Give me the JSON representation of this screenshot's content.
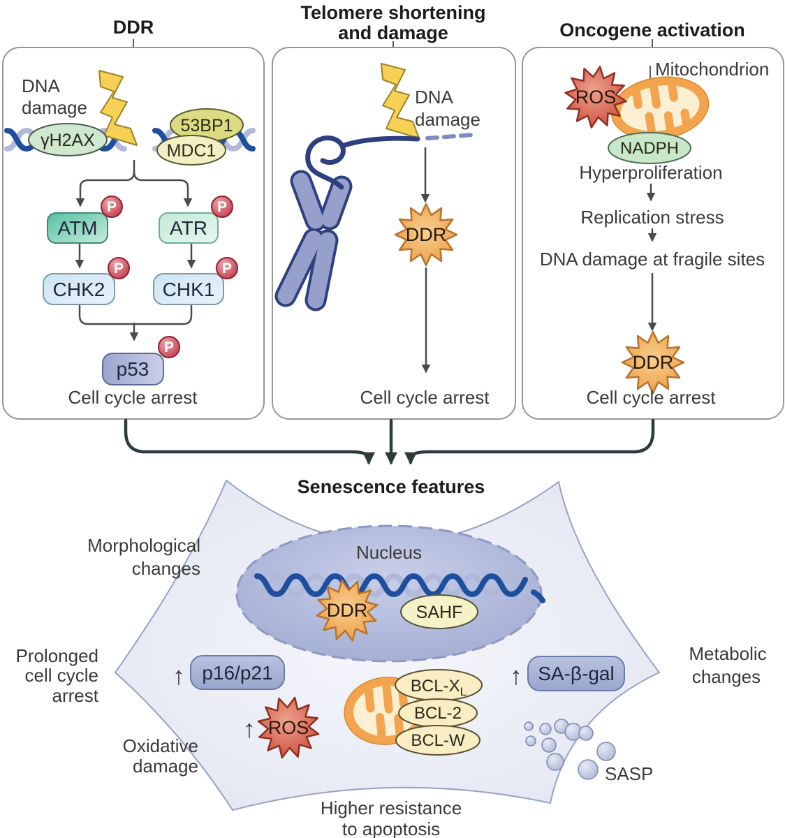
{
  "colors": {
    "dna_dark": "#1e4f9f",
    "dna_light": "#b2b9d8",
    "lightning": "#f6d155",
    "h2ax_fill": "#cfe8cf",
    "bp53_fill": "#dcdb82",
    "mdc1_fill": "#f0f0c2",
    "atm_fill": "#66c7ad",
    "atr_fill": "#c9ecdf",
    "chk_fill": "#d3e7f4",
    "p53_fill": "#a3aed4",
    "p_badge": "#c94d5c",
    "ddr_burst": "#f2a75a",
    "ros_burst": "#d86a52",
    "mito_outer": "#f2a44f",
    "mito_inner": "#fcefd2",
    "nadph_fill": "#c9e7c9",
    "chromosome": "#96a0ca",
    "nucleus_fill": "#aeb8d9",
    "sahf_fill": "#f4f3c8",
    "bcl_fill": "#f9edc4",
    "pill_fill": "#aab4d7",
    "cell_fill": "#e9ebf5",
    "sasp_bubble": "#bcc4e0"
  },
  "shared": {
    "phospho": "P",
    "up_arrow": "↑"
  },
  "panel_ddr": {
    "title": "DDR",
    "dna_damage_line1": "DNA",
    "dna_damage_line2": "damage",
    "h2ax": "γH2AX",
    "bp1_53": "53BP1",
    "mdc1": "MDC1",
    "atm": "ATM",
    "atr": "ATR",
    "chk2": "CHK2",
    "chk1": "CHK1",
    "p53": "p53",
    "outcome": "Cell cycle arrest"
  },
  "panel_telomere": {
    "title_line1": "Telomere shortening",
    "title_line2": "and damage",
    "dna_damage_line1": "DNA",
    "dna_damage_line2": "damage",
    "ddr": "DDR",
    "outcome": "Cell cycle arrest"
  },
  "panel_oncogene": {
    "title": "Oncogene activation",
    "mitochondrion": "Mitochondrion",
    "ros": "ROS",
    "nadph": "NADPH",
    "step1": "Hyperproliferation",
    "step2": "Replication stress",
    "step3": "DNA damage at fragile sites",
    "ddr": "DDR",
    "outcome": "Cell cycle arrest"
  },
  "senescence": {
    "title": "Senescence features",
    "nucleus": "Nucleus",
    "ddr": "DDR",
    "sahf": "SAHF",
    "p16p21": "p16/p21",
    "ros": "ROS",
    "bclxl_main": "BCL-X",
    "bclxl_sub": "L",
    "bcl2": "BCL-2",
    "bclw": "BCL-W",
    "sabgal": "SA-β-gal",
    "sasp": "SASP",
    "morphological_line1": "Morphological",
    "morphological_line2": "changes",
    "prolonged_line1": "Prolonged",
    "prolonged_line2": "cell cycle",
    "prolonged_line3": "arrest",
    "oxidative_line1": "Oxidative",
    "oxidative_line2": "damage",
    "metabolic_line1": "Metabolic",
    "metabolic_line2": "changes",
    "apoptosis_line1": "Higher resistance",
    "apoptosis_line2": "to apoptosis"
  }
}
